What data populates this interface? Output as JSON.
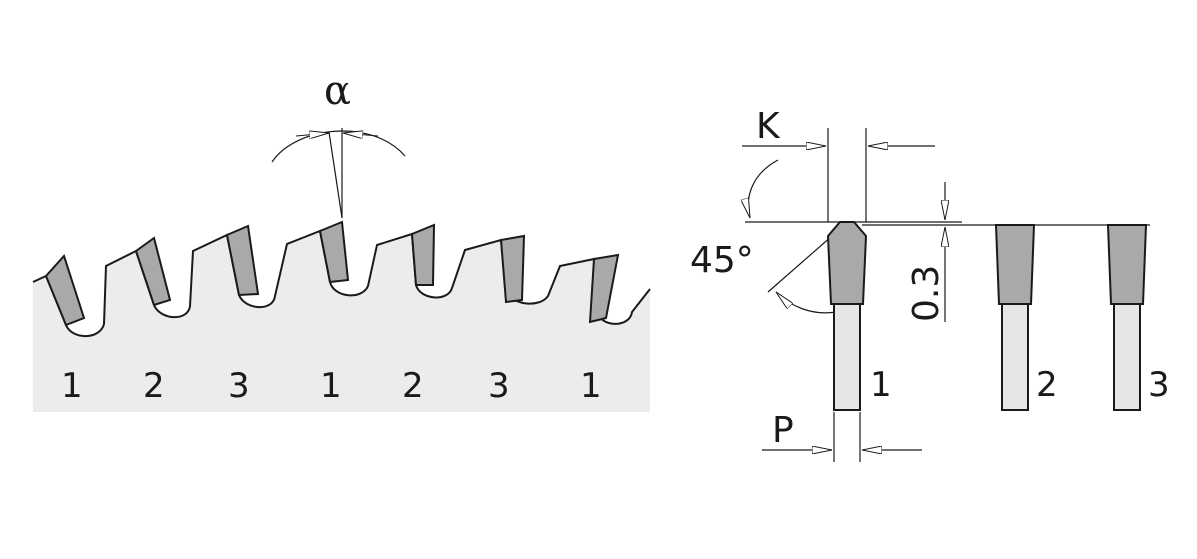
{
  "colors": {
    "line": "#1a1a1a",
    "blade_fill": "#ececec",
    "tooth_fill": "#a9a9a9",
    "shank_fill": "#e6e6e6"
  },
  "left_view": {
    "angle_symbol": "α",
    "tooth_sequence": [
      "1",
      "2",
      "3",
      "1",
      "2",
      "3",
      "1"
    ]
  },
  "right_view": {
    "k_label": "K",
    "chamfer_angle_label": "45°",
    "height_offset_label": "0.3",
    "p_label": "P",
    "tooth_profiles": [
      {
        "label": "1",
        "shape": "trapezoid-chamfered"
      },
      {
        "label": "2",
        "shape": "trapezoid"
      },
      {
        "label": "3",
        "shape": "trapezoid"
      }
    ]
  }
}
